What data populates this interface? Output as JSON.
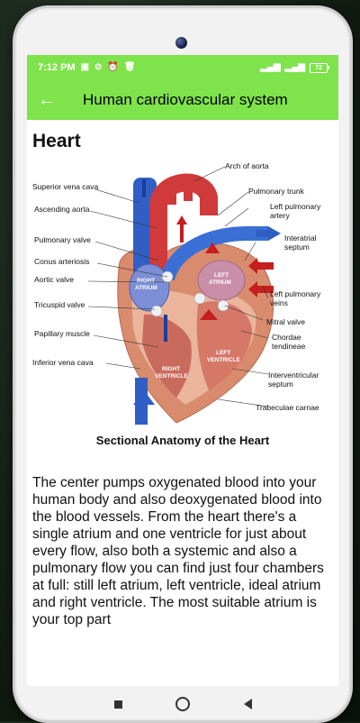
{
  "status": {
    "time": "7:12 PM",
    "battery": "72"
  },
  "appbar": {
    "title": "Human cardiovascular system"
  },
  "content": {
    "title": "Heart",
    "figure": {
      "labels": {
        "superior_vena_cava": "Superior vena cava",
        "ascending_aorta": "Ascending aorta",
        "pulmonary_valve": "Pulmonary valve",
        "conus_arteriosis": "Conus arteriosis",
        "aortic_valve": "Aortic valve",
        "tricuspid_valve": "Tricuspid valve",
        "papillary_muscle": "Papillary muscle",
        "inferior_vena_cava": "Inferior vena cava",
        "arch_of_aorta": "Arch of aorta",
        "pulmonary_trunk": "Pulmonary trunk",
        "left_pulmonary_artery_1": "Left pulmonary",
        "left_pulmonary_artery_2": "artery",
        "interatrial_septum_1": "Interatrial",
        "interatrial_septum_2": "septum",
        "left_pulmonary_veins_1": "Left pulmonary",
        "left_pulmonary_veins_2": "veins",
        "mitral_valve": "Mitral valve",
        "chordae_tendineae_1": "Chordae",
        "chordae_tendineae_2": "tendineae",
        "interventricular_septum_1": "Interventricular",
        "interventricular_septum_2": "septum",
        "trabeculae_carnae": "Trabeculae carnae",
        "right_atrium_1": "RIGHT",
        "right_atrium_2": "ATRIUM",
        "left_atrium_1": "LEFT",
        "left_atrium_2": "ATRIUM",
        "left_ventricle_1": "LEFT",
        "left_ventricle_2": "VENTRICLE",
        "right_ventricle_1": "RIGHT",
        "right_ventricle_2": "VENTRICLE"
      }
    },
    "caption": "Sectional Anatomy of the Heart",
    "paragraph": "The center pumps oxygenated blood into your human body and also deoxygenated blood into the blood vessels. From the heart there's a single atrium and one ventricle for just about every flow, also both a systemic and also a pulmonary flow you can find just four chambers at full: still left atrium, left ventricle, ideal atrium and right ventricle. The most suitable atrium is your top part"
  }
}
